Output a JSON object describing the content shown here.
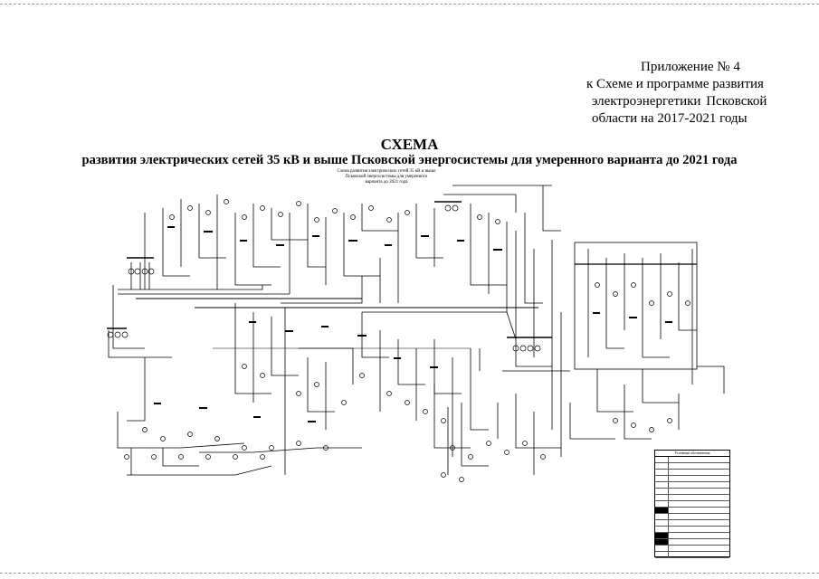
{
  "header": {
    "appendix_lines": [
      "Приложение № 4",
      "к Схеме и программе развития",
      "электроэнергетики   Псковской",
      "области на 2017-2021 годы"
    ]
  },
  "title": "СХЕМА",
  "subtitle": "развития электрических сетей 35 кВ и выше Псковской энергосистемы для умеренного варианта до 2021 года",
  "diagram": {
    "inner_caption_lines": [
      "Схема развития электрических сетей 35 кВ и выше",
      "Псковской энергосистемы для умеренного",
      "варианта до 2021 года"
    ],
    "legend_title": "Условные обозначения"
  }
}
